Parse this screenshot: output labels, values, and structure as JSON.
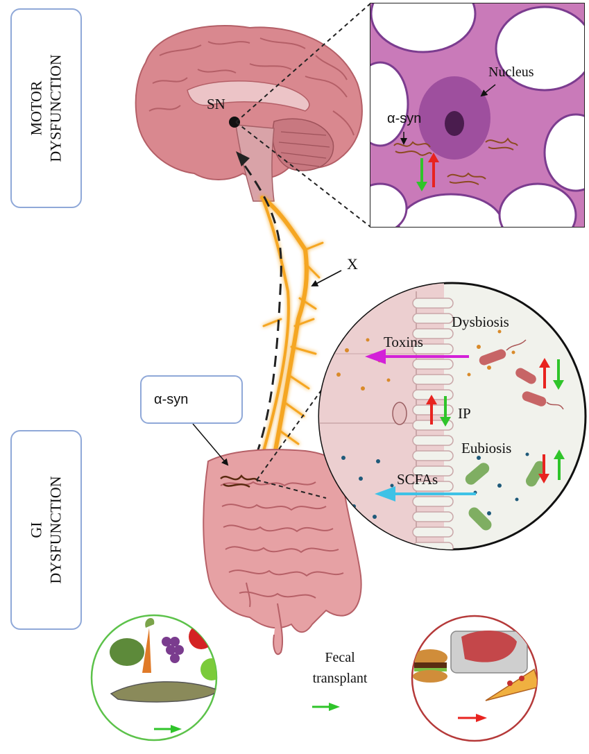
{
  "side_labels": {
    "motor": [
      "MOTOR",
      "DYSFUNCTION"
    ],
    "gi": [
      "GI",
      "DYSFUNCTION"
    ]
  },
  "brain": {
    "sn_label": "SN"
  },
  "neuron_inset": {
    "nucleus_label": "Nucleus",
    "asyn_label": "α-syn"
  },
  "vagus": {
    "label": "X"
  },
  "gut_inset": {
    "dysbiosis": "Dysbiosis",
    "toxins": "Toxins",
    "ip": "IP",
    "eubiosis": "Eubiosis",
    "scfas": "SCFAs"
  },
  "gut_asyn_box": {
    "label": "α-syn"
  },
  "fecal": {
    "line1": "Fecal",
    "line2": "transplant"
  },
  "colors": {
    "up": "#e8231f",
    "down": "#2fc42a",
    "toxin_arrow": "#d321d8",
    "scfa_arrow": "#3ec2e6",
    "asyn_down": "#3ec2e6",
    "asyn_up": "#d321d8",
    "healthy_ring": "#5cc24a",
    "unhealthy_ring": "#b53a3a",
    "vagus": "#f5a623",
    "box_border": "#8fa8d8"
  }
}
